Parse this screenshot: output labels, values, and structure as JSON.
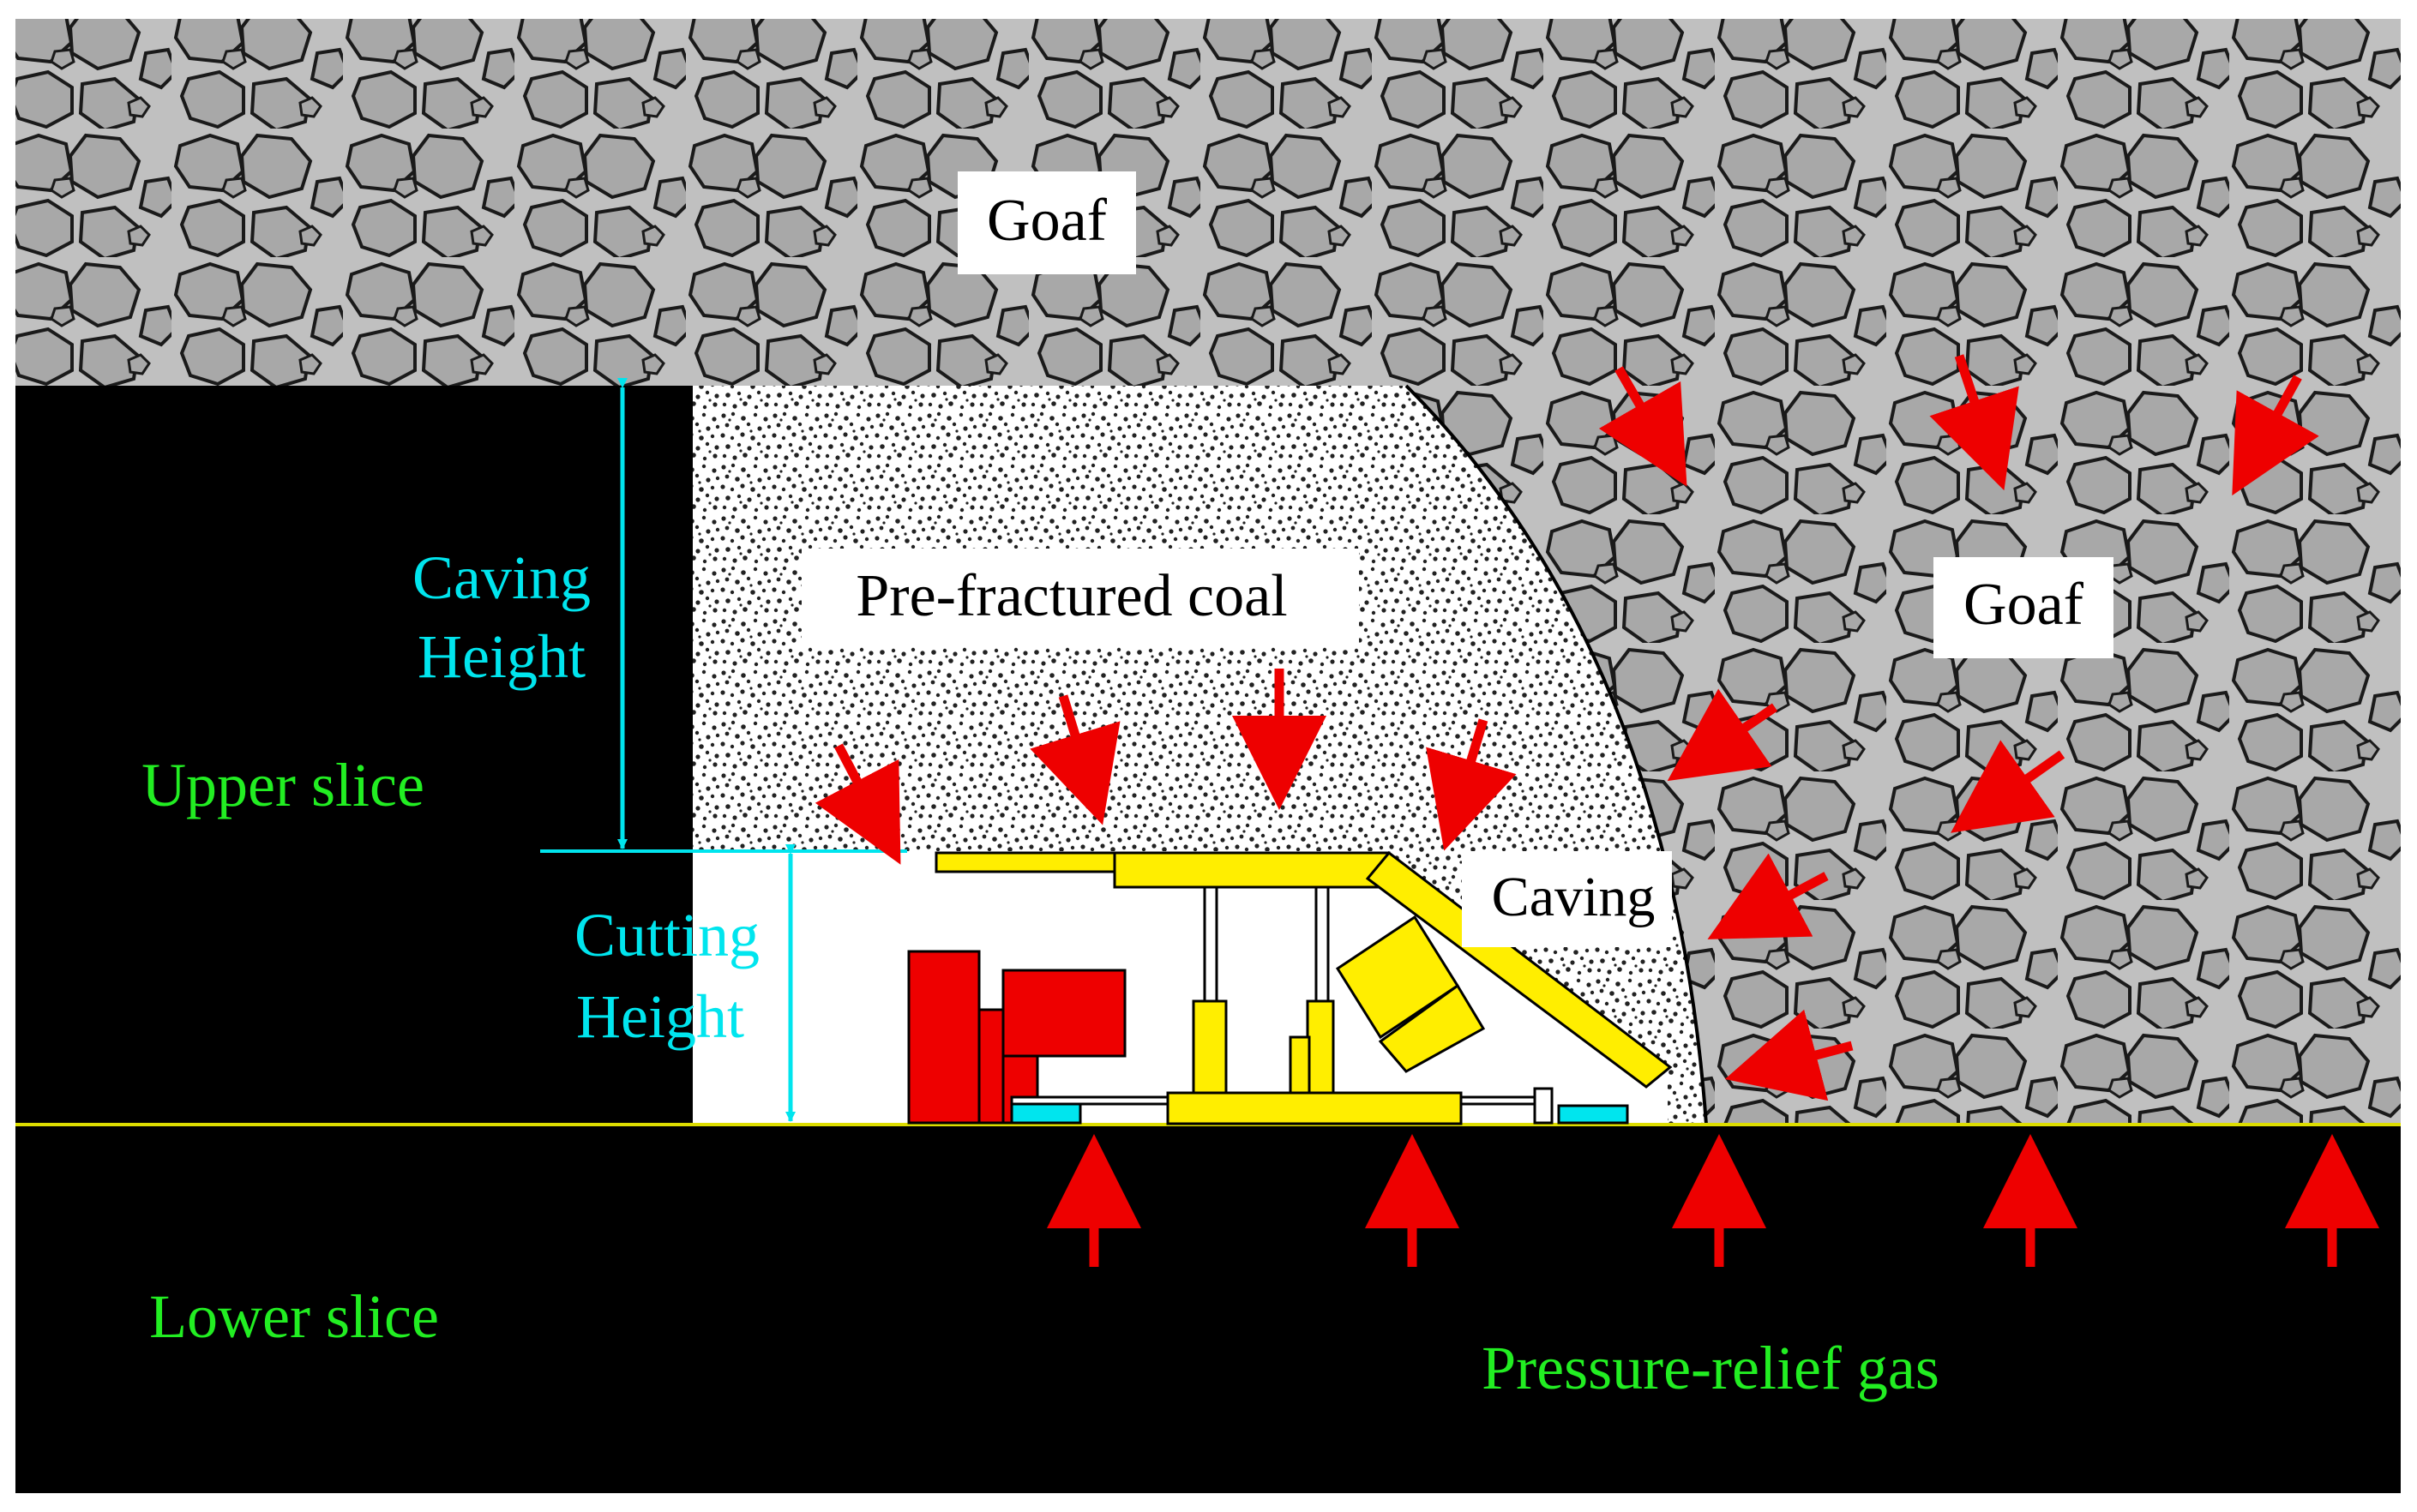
{
  "labels": {
    "goaf_top": "Goaf",
    "goaf_right": "Goaf",
    "pre_fractured_coal": "Pre-fractured coal",
    "caving": "Caving",
    "caving_height_1": "Caving",
    "caving_height_2": "Height",
    "cutting_height_1": "Cutting",
    "cutting_height_2": "Height",
    "upper_slice": "Upper slice",
    "lower_slice": "Lower slice",
    "pressure_relief_gas": "Pressure-relief gas"
  },
  "colors": {
    "goaf_fill": "#c0c0c0",
    "goaf_rock_fill": "#a8a8a8",
    "rock_outline": "#1a1a1a",
    "coal_seam": "#000000",
    "pre_fractured_speckle": "#222222",
    "support_yellow": "#ffee00",
    "machine_red": "#ee0000",
    "cyan": "#00e5ee",
    "green_label": "#22ee22",
    "gas_arrow": "#ee0000",
    "floor_line": "#dddd00"
  },
  "icons": {
    "gas_flow": "red-arrow-icon",
    "height_dimension": "double-headed-arrow-icon"
  }
}
